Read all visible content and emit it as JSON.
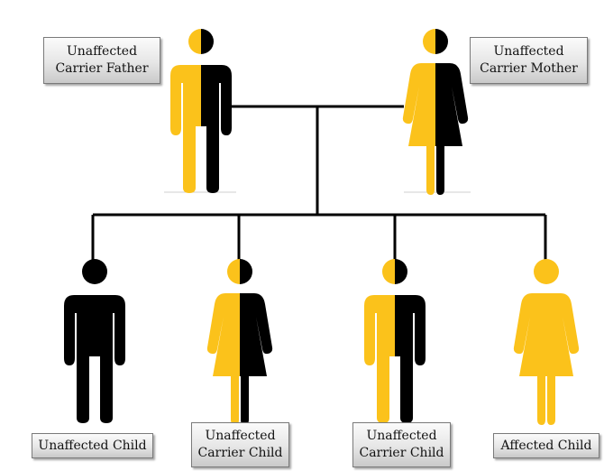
{
  "colors": {
    "affected": "#fbc21b",
    "normal": "#000000",
    "line": "#000000"
  },
  "parents": {
    "father": {
      "role": "father",
      "gender": "male",
      "status": "carrier",
      "label_line1": "Unaffected",
      "label_line2": "Carrier Father"
    },
    "mother": {
      "role": "mother",
      "gender": "female",
      "status": "carrier",
      "label_line1": "Unaffected",
      "label_line2": "Carrier Mother"
    }
  },
  "children": [
    {
      "gender": "male",
      "status": "unaffected",
      "label_line1": "Unaffected Child",
      "label_line2": ""
    },
    {
      "gender": "female",
      "status": "carrier",
      "label_line1": "Unaffected",
      "label_line2": "Carrier Child"
    },
    {
      "gender": "male",
      "status": "carrier",
      "label_line1": "Unaffected",
      "label_line2": "Carrier Child"
    },
    {
      "gender": "female",
      "status": "affected",
      "label_line1": "Affected Child",
      "label_line2": ""
    }
  ]
}
